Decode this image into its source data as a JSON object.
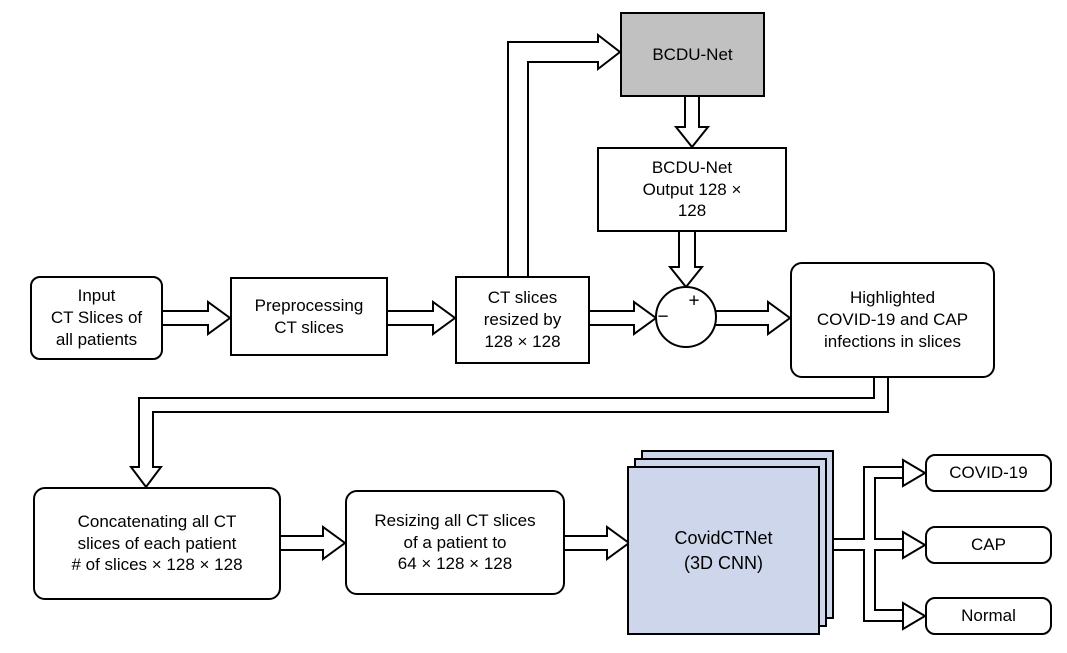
{
  "diagram": {
    "colors": {
      "box_border": "#000000",
      "bcdu_fill": "#c1c1c1",
      "cnn_fill": "#cdd6eb",
      "background": "#ffffff"
    },
    "nodes": {
      "input": {
        "lines": [
          "Input",
          "CT Slices of",
          "all patients"
        ]
      },
      "preprocessing": {
        "lines": [
          "Preprocessing",
          "CT slices"
        ]
      },
      "resized": {
        "lines": [
          "CT slices",
          "resized by",
          "128 × 128"
        ]
      },
      "bcdu": {
        "label": "BCDU-Net"
      },
      "bcdu_output": {
        "lines": [
          "BCDU-Net",
          "Output 128 ×",
          "128"
        ]
      },
      "highlighted": {
        "lines": [
          "Highlighted",
          "COVID-19 and CAP",
          "infections in slices"
        ]
      },
      "concat": {
        "lines": [
          "Concatenating all CT",
          "slices of each patient",
          "# of slices × 128 × 128"
        ]
      },
      "resize_patient": {
        "lines": [
          "Resizing all CT slices",
          "of a patient to",
          "64 × 128 × 128"
        ]
      },
      "cnn": {
        "lines": [
          "CovidCTNet",
          "(3D CNN)"
        ]
      },
      "out_covid": {
        "label": "COVID-19"
      },
      "out_cap": {
        "label": "CAP"
      },
      "out_normal": {
        "label": "Normal"
      }
    },
    "operator": {
      "plus": "+",
      "minus": "−"
    }
  }
}
